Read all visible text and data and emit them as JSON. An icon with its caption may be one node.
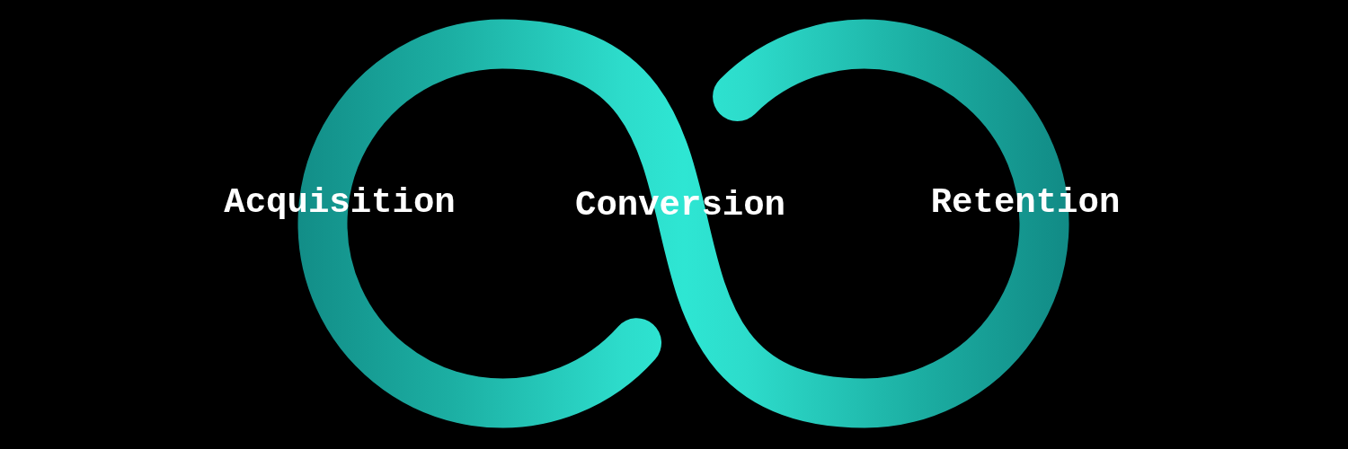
{
  "diagram": {
    "labels": [
      "Acquisition",
      "Conversion",
      "Retention"
    ]
  }
}
